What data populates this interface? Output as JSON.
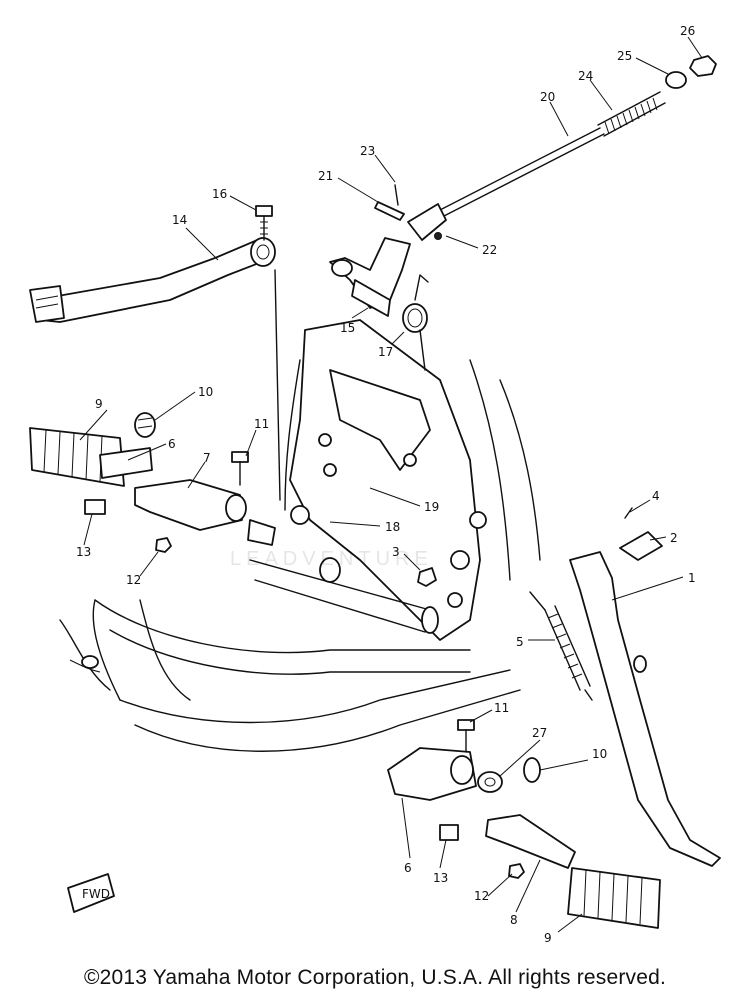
{
  "diagram": {
    "callouts": [
      {
        "id": "c26",
        "text": "26"
      },
      {
        "id": "c25",
        "text": "25"
      },
      {
        "id": "c24",
        "text": "24"
      },
      {
        "id": "c20",
        "text": "20"
      },
      {
        "id": "c23",
        "text": "23"
      },
      {
        "id": "c21",
        "text": "21"
      },
      {
        "id": "c22",
        "text": "22"
      },
      {
        "id": "c16",
        "text": "16"
      },
      {
        "id": "c14",
        "text": "14"
      },
      {
        "id": "c15",
        "text": "15"
      },
      {
        "id": "c17",
        "text": "17"
      },
      {
        "id": "c10a",
        "text": "10"
      },
      {
        "id": "c9a",
        "text": "9"
      },
      {
        "id": "c6a",
        "text": "6"
      },
      {
        "id": "c7",
        "text": "7"
      },
      {
        "id": "c11a",
        "text": "11"
      },
      {
        "id": "c19",
        "text": "19"
      },
      {
        "id": "c18",
        "text": "18"
      },
      {
        "id": "c13a",
        "text": "13"
      },
      {
        "id": "c12a",
        "text": "12"
      },
      {
        "id": "c3",
        "text": "3"
      },
      {
        "id": "c4",
        "text": "4"
      },
      {
        "id": "c2",
        "text": "2"
      },
      {
        "id": "c1",
        "text": "1"
      },
      {
        "id": "c5",
        "text": "5"
      },
      {
        "id": "c11b",
        "text": "11"
      },
      {
        "id": "c27",
        "text": "27"
      },
      {
        "id": "c10b",
        "text": "10"
      },
      {
        "id": "c6b",
        "text": "6"
      },
      {
        "id": "c13b",
        "text": "13"
      },
      {
        "id": "c12b",
        "text": "12"
      },
      {
        "id": "c8",
        "text": "8"
      },
      {
        "id": "c9b",
        "text": "9"
      }
    ],
    "fwd_label": "FWD",
    "watermark": "LEADVENTURE"
  },
  "footer": {
    "copyright": "©2013 Yamaha Motor Corporation, U.S.A. All rights reserved."
  }
}
